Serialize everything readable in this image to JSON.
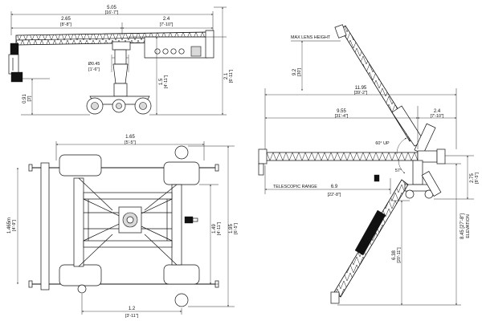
{
  "side_view": {
    "overall_length": "5.05",
    "overall_length_imp": "[16'-7\"]",
    "front_arm": "2.65",
    "front_arm_imp": "[8'-8\"]",
    "rear_arm": "2.4",
    "rear_arm_imp": "[7'-10\"]",
    "column_dia": "Ø0.45",
    "column_dia_imp": "[1'-6\"]",
    "pivot_height": "1.5",
    "pivot_height_imp": "[4'-11\"]",
    "total_height": "2.1",
    "total_height_imp": "[6'-11\"]",
    "lens_height": "0.91",
    "lens_height_imp": "[3']"
  },
  "top_view": {
    "width": "1.65",
    "width_imp": "[5'-5\"]",
    "track_width": "1.465m",
    "track_width_imp": "[4'-9\"]",
    "length_inner": "1.49",
    "length_inner_imp": "[4'-11\"]",
    "length_outer": "1.95",
    "length_outer_imp": "[6'-5\"]",
    "wheel_base": "1.2",
    "wheel_base_imp": "[3'-11\"]"
  },
  "reach_view": {
    "max_lens_label": "MAX LENS HEIGHT",
    "top_drop": "9.2",
    "top_drop_imp": "[30']",
    "max_reach": "11.95",
    "max_reach_imp": "[39'-2\"]",
    "front_reach": "9.55",
    "front_reach_imp": "[31'-4\"]",
    "rear_reach": "2.4",
    "rear_reach_imp": "[7'-10\"]",
    "up_angle": "60° UP",
    "base_height": "2.75",
    "base_height_imp": "[8'-5\"]",
    "down_angle": "57°",
    "telescopic_label": "TELESCOPIC RANGE",
    "telescopic_range": "6.9",
    "telescopic_range_imp": "[22'-8\"]",
    "elevation": "8.45 [27'-8\"]",
    "elevation_label": "ELEVATION",
    "low_drop": "6.38",
    "low_drop_imp": "[20'-11\"]"
  }
}
